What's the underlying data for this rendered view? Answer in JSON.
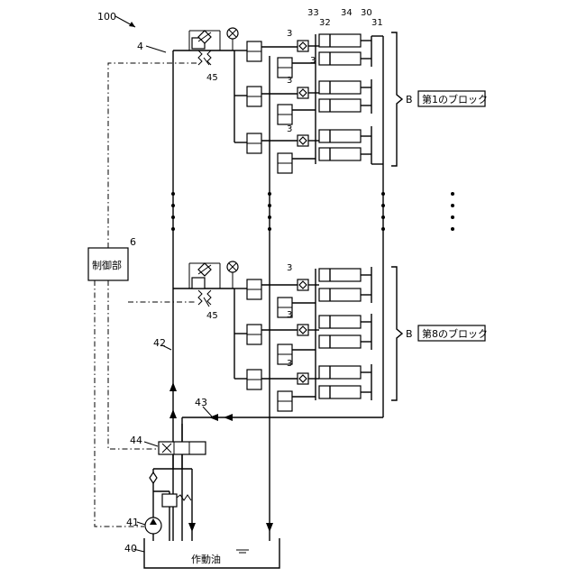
{
  "labels": {
    "system": "100",
    "main_line": "4",
    "relief_top": "45",
    "relief_bottom": "45",
    "controller_ref": "6",
    "controller": "制御部",
    "return_line": "42",
    "drain_line": "43",
    "switch_valve": "44",
    "pump": "41",
    "tank": "40",
    "tank_content": "作動油",
    "cyl_33": "33",
    "cyl_32": "32",
    "cyl_34": "34",
    "cyl_30": "30",
    "cyl_31": "31",
    "unit": "3",
    "block_letter": "B",
    "block_first": "第1のブロック",
    "block_eighth": "第8のブロック"
  }
}
